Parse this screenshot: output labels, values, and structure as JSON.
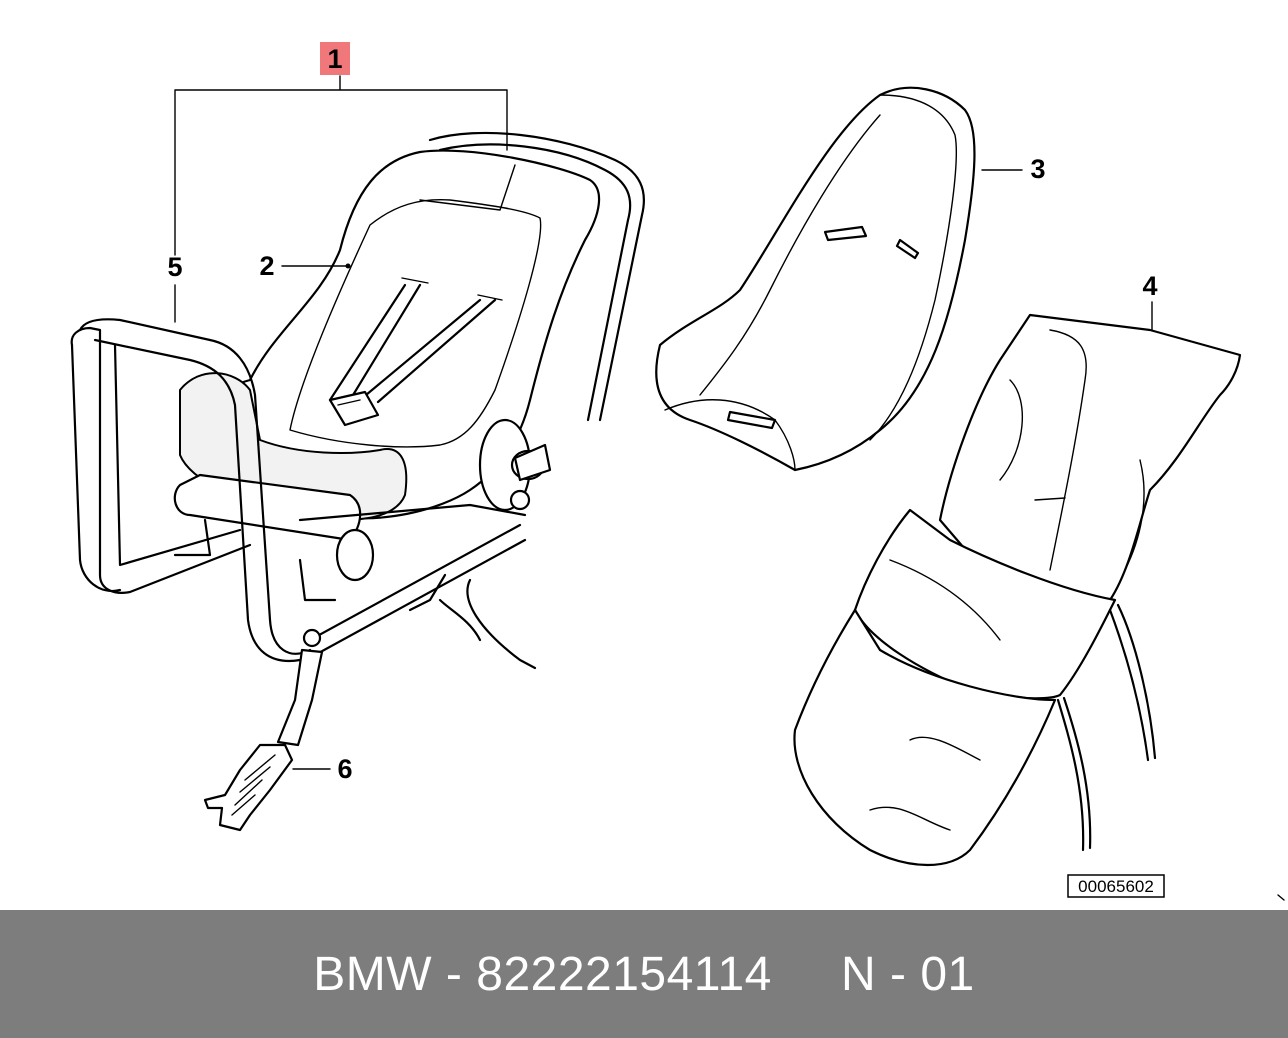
{
  "callouts": [
    {
      "id": "1",
      "label": "1",
      "highlighted": true
    },
    {
      "id": "2",
      "label": "2"
    },
    {
      "id": "3",
      "label": "3"
    },
    {
      "id": "4",
      "label": "4"
    },
    {
      "id": "5",
      "label": "5"
    },
    {
      "id": "6",
      "label": "6"
    }
  ],
  "reference_number": "00065602",
  "footer": {
    "text": "BMW - 82222154114     N - 01"
  },
  "colors": {
    "highlight": "#f0787a",
    "footer_bg": "#7d7d7d",
    "footer_text": "#ffffff"
  }
}
